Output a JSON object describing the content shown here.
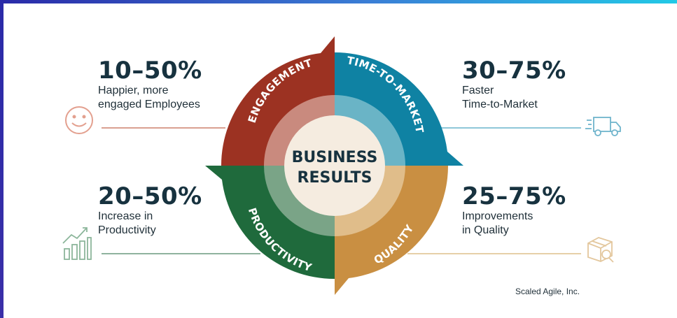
{
  "credit": "Scaled Agile, Inc.",
  "center": {
    "line1": "BUSINESS",
    "line2": "RESULTS"
  },
  "segments": {
    "engagement": "ENGAGEMENT",
    "time_to_market": "TIME-TO-MARKET",
    "productivity": "PRODUCTIVITY",
    "quality": "QUALITY"
  },
  "stats": {
    "engagement": {
      "value": "10–50%",
      "line1": "Happier, more",
      "line2": "engaged Employees",
      "icon": "smiley-face-icon"
    },
    "time_to_market": {
      "value": "30–75%",
      "line1": "Faster",
      "line2": "Time-to-Market",
      "icon": "delivery-truck-icon"
    },
    "productivity": {
      "value": "20–50%",
      "line1": "Increase in",
      "line2": "Productivity",
      "icon": "bar-chart-growth-icon"
    },
    "quality": {
      "value": "25–75%",
      "line1": "Improvements",
      "line2": "in Quality",
      "icon": "box-inspect-icon"
    }
  },
  "colors": {
    "engagement": "#9c3222",
    "time_to_market": "#0f82a3",
    "productivity": "#1f6a3c",
    "quality": "#c98f42",
    "center_fill": "#f5ece0",
    "headline": "#17323f"
  }
}
